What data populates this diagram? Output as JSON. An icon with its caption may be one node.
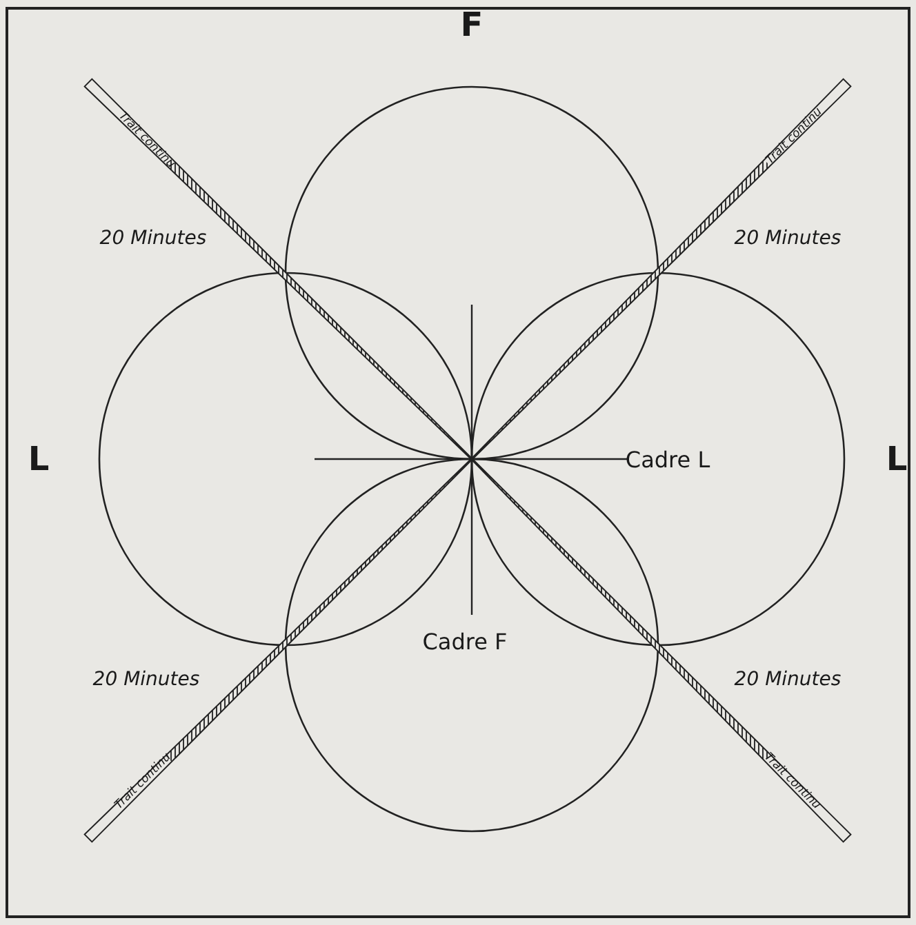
{
  "diagram": {
    "labels": [
      "F",
      "Trait continu",
      "Trait continu",
      "20 Minutes",
      "20 Minutes",
      "L",
      "Cadre L",
      "L",
      "Cadre F",
      "20 Minutes",
      "20 Minutes",
      "Trait continu",
      "Trait continu"
    ]
  }
}
